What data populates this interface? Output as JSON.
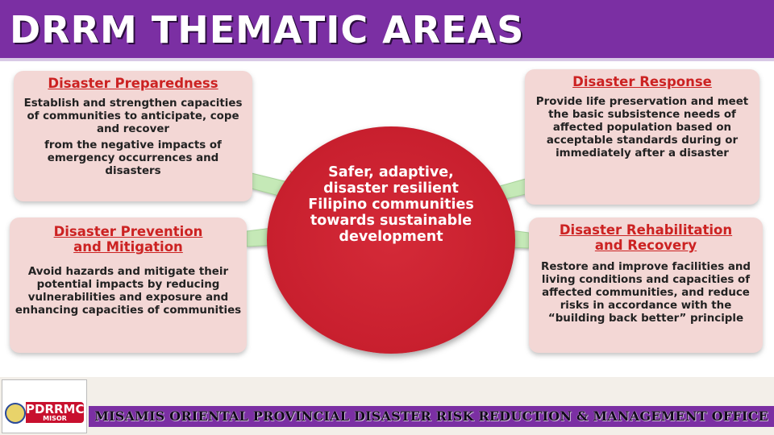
{
  "header": {
    "title": "DRRM THEMATIC AREAS"
  },
  "areas": {
    "preparedness": {
      "title": "Disaster Preparedness",
      "body1": "Establish and strengthen capacities of communities to anticipate, cope and recover",
      "body2": "from the negative impacts of emergency occurrences and disasters"
    },
    "response": {
      "title": "Disaster Response",
      "body1": "Provide life preservation and meet the basic subsistence needs of affected population based on acceptable standards during or immediately after a disaster"
    },
    "prevention": {
      "title1": "Disaster Prevention",
      "title2": "and Mitigation",
      "body1": "Avoid hazards and mitigate their potential impacts by reducing vulnerabilities and exposure  and enhancing capacities of communities"
    },
    "rehabilitation": {
      "title1": "Disaster Rehabilitation",
      "title2": "and Recovery",
      "body1": "Restore and improve facilities and living conditions and capacities of affected communities, and reduce risks in accordance with the “building back better” principle"
    }
  },
  "center": {
    "text": "Safer, adaptive, disaster resilient Filipino communities towards sustainable development"
  },
  "footer": {
    "text": "MISAMIS ORIENTAL PROVINCIAL DISASTER RISK REDUCTION & MANAGEMENT OFFICE",
    "logo_main": "PDRRMC",
    "logo_sub": "MISOR"
  },
  "colors": {
    "header": "#7b2fa3",
    "box": "#f3d7d5",
    "title": "#cc2222",
    "circle": "#c81f2e",
    "arrow": "#c5e9b7"
  }
}
